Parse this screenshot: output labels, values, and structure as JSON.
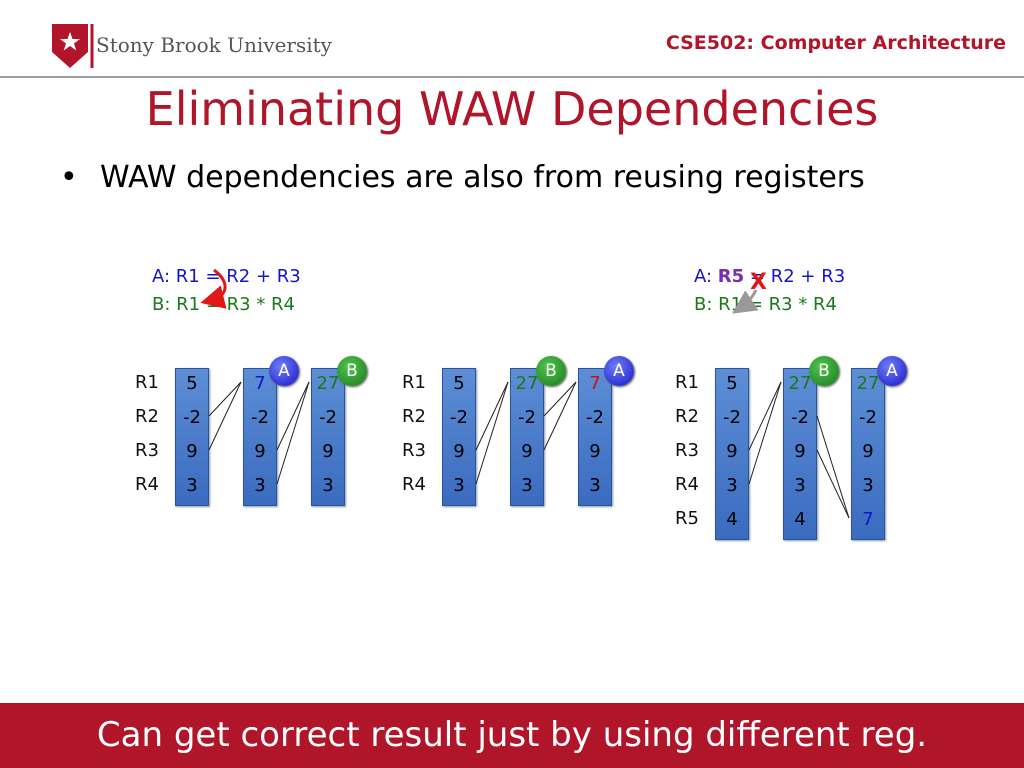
{
  "header": {
    "university": "Stony Brook University",
    "course": "CSE502: Computer Architecture"
  },
  "slide": {
    "title": "Eliminating WAW Dependencies",
    "bullet": "WAW dependencies are also from reusing registers",
    "footer": "Can get correct result just by using different reg."
  },
  "code_left": {
    "a_prefix": "A: ",
    "a_dst": "R1",
    "a_rest": " = R2 + R3",
    "b_prefix": "B: ",
    "b_dst": "R1",
    "b_rest": " = R3 * R4"
  },
  "code_right": {
    "a_prefix": "A: ",
    "a_dst": "R5",
    "a_rest": " = R2 + R3",
    "b_prefix": "B: ",
    "b_dst": "R1",
    "b_rest": " = R3 * R4"
  },
  "marks": {
    "cross": "X"
  },
  "colors": {
    "brand": "#b0152a",
    "instr_a": "#1515c8",
    "instr_b": "#1a7a1a",
    "register_fill": "#4a7bd0",
    "wrong_value": "#d01010"
  },
  "panels": [
    {
      "registers": [
        "R1",
        "R2",
        "R3",
        "R4"
      ],
      "columns": [
        {
          "values": [
            "5",
            "-2",
            "9",
            "3"
          ],
          "colors": [
            "",
            "",
            "",
            ""
          ]
        },
        {
          "badge": "A",
          "values": [
            "7",
            "-2",
            "9",
            "3"
          ],
          "colors": [
            "blue",
            "",
            "",
            ""
          ]
        },
        {
          "badge": "B",
          "values": [
            "27",
            "-2",
            "9",
            "3"
          ],
          "colors": [
            "green",
            "",
            "",
            ""
          ]
        }
      ]
    },
    {
      "registers": [
        "R1",
        "R2",
        "R3",
        "R4"
      ],
      "columns": [
        {
          "values": [
            "5",
            "-2",
            "9",
            "3"
          ],
          "colors": [
            "",
            "",
            "",
            ""
          ]
        },
        {
          "badge": "B",
          "values": [
            "27",
            "-2",
            "9",
            "3"
          ],
          "colors": [
            "green",
            "",
            "",
            ""
          ]
        },
        {
          "badge": "A",
          "values": [
            "7",
            "-2",
            "9",
            "3"
          ],
          "colors": [
            "red",
            "",
            "",
            ""
          ]
        }
      ]
    },
    {
      "registers": [
        "R1",
        "R2",
        "R3",
        "R4",
        "R5"
      ],
      "columns": [
        {
          "values": [
            "5",
            "-2",
            "9",
            "3",
            "4"
          ],
          "colors": [
            "",
            "",
            "",
            "",
            ""
          ]
        },
        {
          "badge": "B",
          "values": [
            "27",
            "-2",
            "9",
            "3",
            "4"
          ],
          "colors": [
            "green",
            "",
            "",
            "",
            ""
          ]
        },
        {
          "badge": "A",
          "values": [
            "27",
            "-2",
            "9",
            "3",
            "7"
          ],
          "colors": [
            "green",
            "",
            "",
            "",
            "blue"
          ]
        }
      ]
    }
  ]
}
